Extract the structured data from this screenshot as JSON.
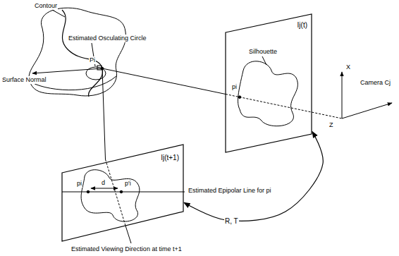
{
  "diagram": {
    "nodes": [
      {
        "text": [
          "Ij(t)"
        ]
      },
      {
        "text": [
          "Ij(t+1)"
        ]
      }
    ],
    "edges": [
      {
        "from": 1,
        "to": 0,
        "arrow": "both",
        "label": "R, T"
      }
    ],
    "labels": [
      "Contour",
      "Estimated Osculating Circle",
      "Surface Normal",
      "Pi",
      "Silhouette",
      "pi",
      "X",
      "Z",
      "Camera Cj",
      "Estimated Epipolar Line for pi",
      "pi",
      "d",
      "p'i",
      "Estimated Viewing Direction at time t+1"
    ]
  }
}
